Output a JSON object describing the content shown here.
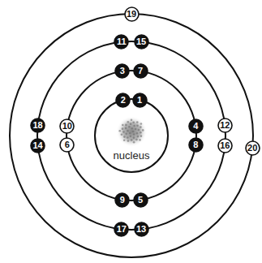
{
  "diagram": {
    "nodes": [
      {
        "text": [
          "nucleus"
        ]
      },
      {
        "text": [
          "19"
        ]
      },
      {
        "text": [
          "11"
        ]
      },
      {
        "text": [
          "15"
        ]
      },
      {
        "text": [
          "3"
        ]
      },
      {
        "text": [
          "7"
        ]
      },
      {
        "text": [
          "2"
        ]
      },
      {
        "text": [
          "1"
        ]
      },
      {
        "text": [
          "4"
        ]
      },
      {
        "text": [
          "12"
        ]
      },
      {
        "text": [
          "18"
        ]
      },
      {
        "text": [
          "10"
        ]
      },
      {
        "text": [
          "6"
        ]
      },
      {
        "text": [
          "8"
        ]
      },
      {
        "text": [
          "16"
        ]
      },
      {
        "text": [
          "14"
        ]
      },
      {
        "text": [
          "20"
        ]
      },
      {
        "text": [
          "9"
        ]
      },
      {
        "text": [
          "5"
        ]
      },
      {
        "text": [
          "17"
        ]
      },
      {
        "text": [
          "13"
        ]
      }
    ]
  }
}
